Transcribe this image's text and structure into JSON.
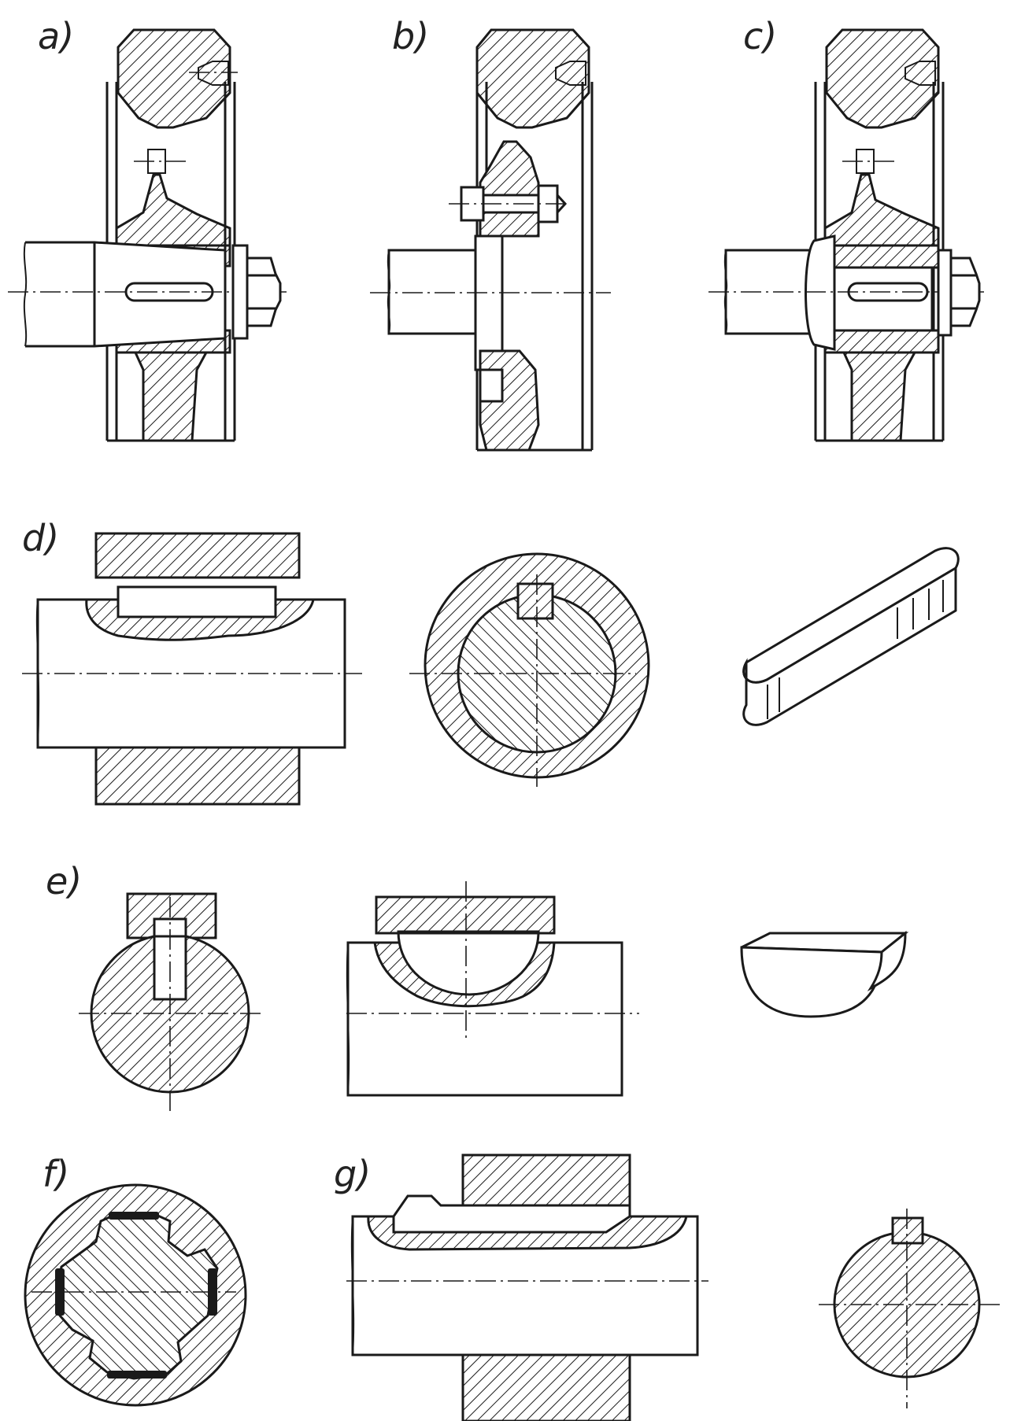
{
  "figures": [
    {
      "key": "a",
      "label": "a)"
    },
    {
      "key": "b",
      "label": "b)"
    },
    {
      "key": "c",
      "label": "c)"
    },
    {
      "key": "d",
      "label": "d)"
    },
    {
      "key": "e",
      "label": "e)"
    },
    {
      "key": "f",
      "label": "f)"
    },
    {
      "key": "g",
      "label": "g)"
    }
  ]
}
